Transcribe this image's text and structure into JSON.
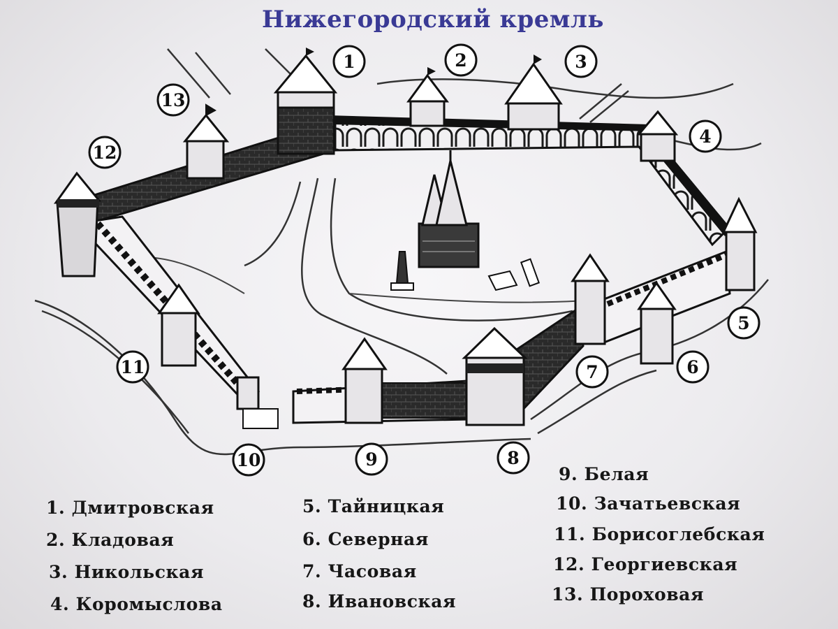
{
  "title": "Нижегородский кремль",
  "towers": [
    {
      "number": "1",
      "name": "Дмитровская"
    },
    {
      "number": "2",
      "name": "Кладовая"
    },
    {
      "number": "3",
      "name": "Никольская"
    },
    {
      "number": "4",
      "name": "Коромыслова"
    },
    {
      "number": "5",
      "name": "Тайницкая"
    },
    {
      "number": "6",
      "name": "Северная"
    },
    {
      "number": "7",
      "name": "Часовая"
    },
    {
      "number": "8",
      "name": "Ивановская"
    },
    {
      "number": "9",
      "name": "Белая"
    },
    {
      "number": "10",
      "name": "Зачатьевская"
    },
    {
      "number": "11",
      "name": "Борисоглебская"
    },
    {
      "number": "12",
      "name": "Георгиевская"
    },
    {
      "number": "13",
      "name": "Пороховая"
    }
  ],
  "legend": [
    "1. Дмитровская",
    "2. Кладовая",
    "3. Никольская",
    "4. Коромыслова",
    "5. Тайницкая",
    "6. Северная",
    "7. Часовая",
    "8. Ивановская",
    "9. Белая",
    "10. Зачатьевская",
    "11. Борисоглебская",
    "12. Георгиевская",
    "13. Пороховая"
  ]
}
